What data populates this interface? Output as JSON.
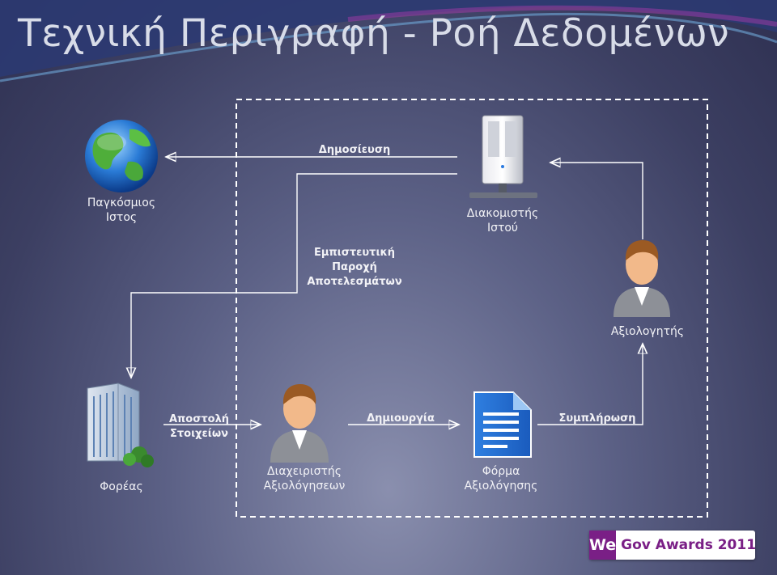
{
  "title": "Τεχνική Περιγραφή - Ροή Δεδομένων",
  "nodes": {
    "web": "Παγκόσμιος\nΙστος",
    "server": "Διακομιστής\nΙστού",
    "evaluator": "Αξιολογητής",
    "agency": "Φορέας",
    "admin": "Διαχειριστής\nΑξιολόγησεων",
    "form": "Φόρμα\nΑξιολόγησης"
  },
  "edges": {
    "publish": "Δημοσίευση",
    "confidential": "Εμπιστευτική\nΠαροχή\nΑποτελεσμάτων",
    "send_data": "Αποστολή\nΣτοιχείων",
    "create": "Δημιουργία",
    "complete": "Συμπλήρωση"
  },
  "badge": {
    "we": "We",
    "rest": "Gov Awards 2011"
  },
  "colors": {
    "badge_purple": "#7a1f86",
    "title": "#d8dce8",
    "lines": "#ffffff"
  }
}
